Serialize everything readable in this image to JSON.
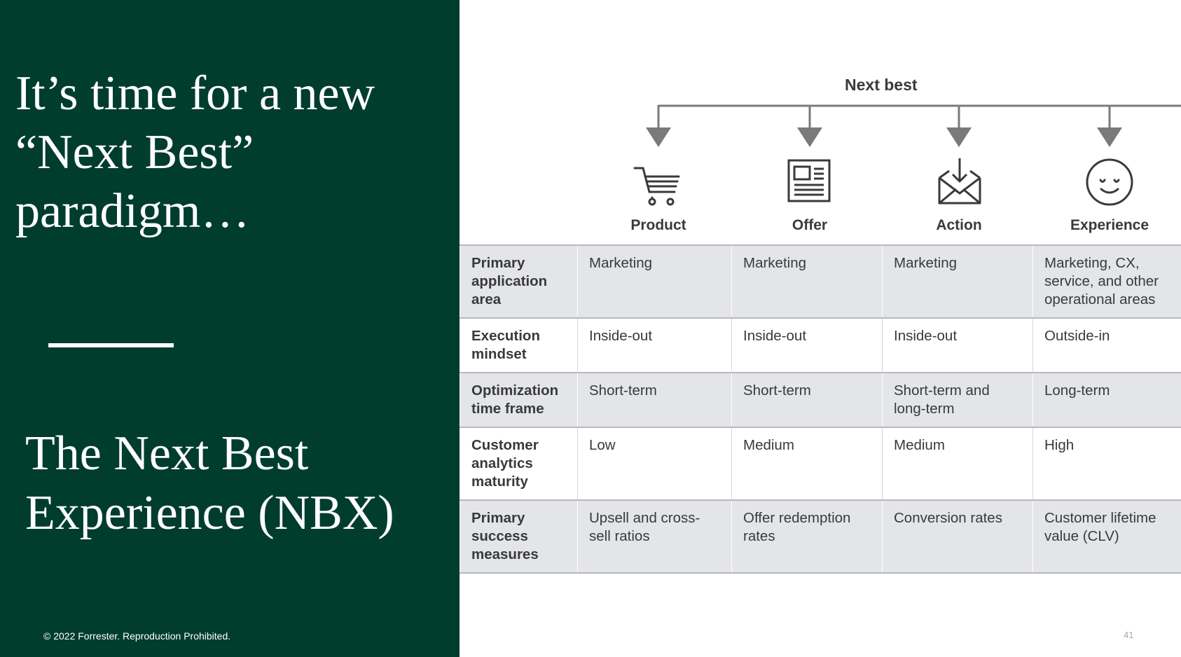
{
  "slide": {
    "headline": [
      "It’s time for a new",
      "“Next Best”",
      "paradigm…"
    ],
    "subhead": [
      "The Next Best",
      "Experience (NBX)"
    ],
    "copyright": "© 2022 Forrester. Reproduction Prohibited.",
    "page_number": "41"
  },
  "figure": {
    "title": "Next best",
    "columns": [
      {
        "label": "Product",
        "icon": "shopping-cart-icon"
      },
      {
        "label": "Offer",
        "icon": "document-offer-icon"
      },
      {
        "label": "Action",
        "icon": "envelope-action-icon"
      },
      {
        "label": "Experience",
        "icon": "smiley-face-icon"
      }
    ],
    "rows": [
      {
        "header": "Primary application area",
        "cells": [
          "Marketing",
          "Marketing",
          "Marketing",
          "Marketing, CX, service, and other operational areas"
        ]
      },
      {
        "header": "Execution mindset",
        "cells": [
          "Inside-out",
          "Inside-out",
          "Inside-out",
          "Outside-in"
        ]
      },
      {
        "header": "Optimization time frame",
        "cells": [
          "Short-term",
          "Short-term",
          "Short-term and long-term",
          "Long-term"
        ]
      },
      {
        "header": "Customer analytics maturity",
        "cells": [
          "Low",
          "Medium",
          "Medium",
          "High"
        ]
      },
      {
        "header": "Primary success measures",
        "cells": [
          "Upsell and cross-sell ratios",
          "Offer redemption rates",
          "Conversion rates",
          "Customer lifetime value (CLV)"
        ]
      }
    ],
    "colors": {
      "tree": "#7a7a7a",
      "shaded_row": "#e3e5e8",
      "panel": "#013d2d"
    }
  }
}
